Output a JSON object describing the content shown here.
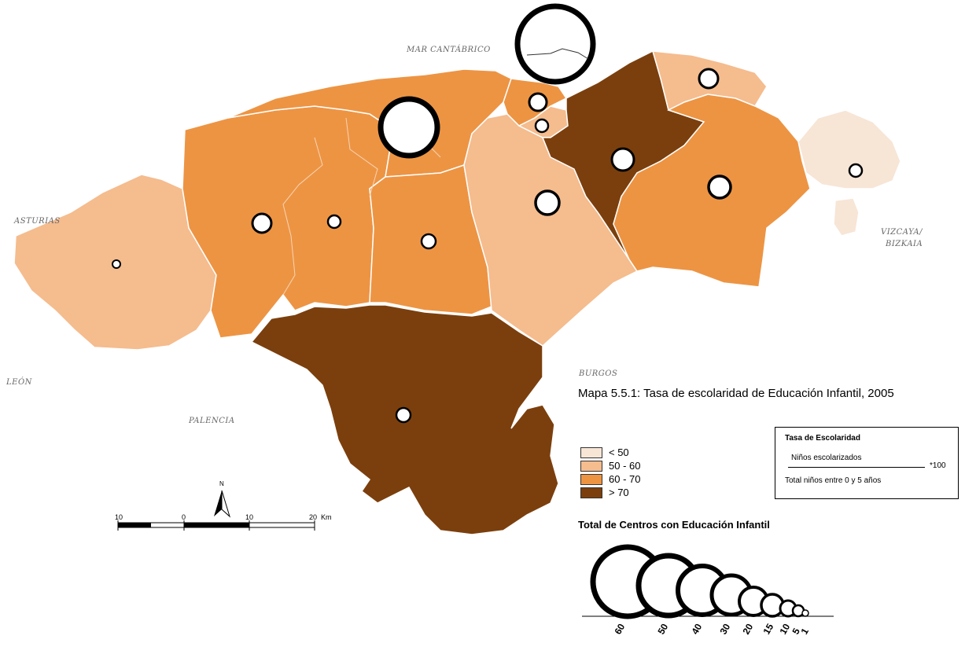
{
  "map_title": "Mapa 5.5.1: Tasa de escolaridad de Educación Infantil, 2005",
  "region_labels": {
    "sea": "MAR CANTÁBRICO",
    "asturias": "ASTURIAS",
    "leon": "LEÓN",
    "palencia": "PALENCIA",
    "burgos": "BURGOS",
    "vizcaya_1": "VIZCAYA/",
    "vizcaya_2": "BIZKAIA"
  },
  "colors": {
    "lt50": "#f7e5d6",
    "c50_60": "#f5bc8e",
    "c60_70": "#ed9443",
    "gt70": "#7b3f0d",
    "border": "#ffffff"
  },
  "rate_legend": [
    {
      "label": "< 50",
      "color": "#f7e5d6"
    },
    {
      "label": "50 - 60",
      "color": "#f5bc8e"
    },
    {
      "label": "60 - 70",
      "color": "#ed9443"
    },
    {
      "label": "> 70",
      "color": "#7b3f0d"
    }
  ],
  "formula": {
    "title": "Tasa de Escolaridad",
    "numerator": "Niños escolarizados",
    "multiplier": "*100",
    "denominator": "Total niños entre 0 y 5 años"
  },
  "centros_title": "Total de Centros con Educación Infantil",
  "circle_legend": [
    "60",
    "50",
    "40",
    "30",
    "20",
    "15",
    "10",
    "5",
    "1"
  ],
  "scale_bar": {
    "labels": [
      "10",
      "0",
      "10",
      "20"
    ],
    "unit": "Km",
    "north": "N"
  }
}
